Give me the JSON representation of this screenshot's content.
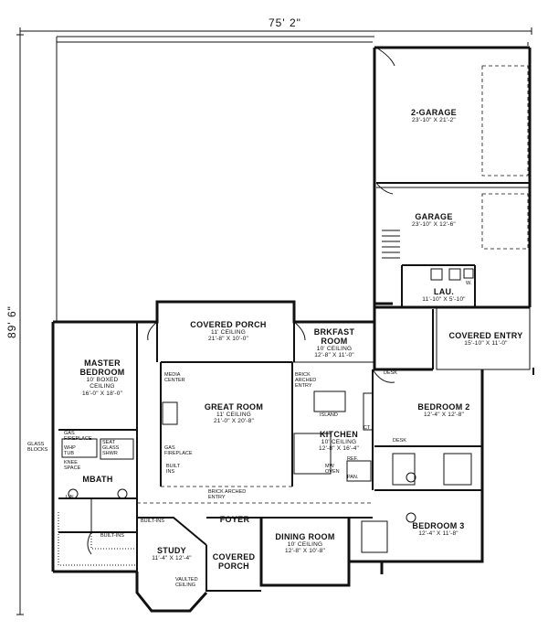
{
  "dimensions": {
    "overall_width": "75' 2\"",
    "overall_depth": "89' 6\""
  },
  "rooms": [
    {
      "key": "garage2",
      "name": "2-GARAGE",
      "lines": [
        "23'-10\" X 21'-2\""
      ]
    },
    {
      "key": "garage",
      "name": "GARAGE",
      "lines": [
        "23'-10\" X 12'-6\""
      ]
    },
    {
      "key": "lau",
      "name": "LAU.",
      "lines": [
        "11'-10\" X 5'-10\""
      ]
    },
    {
      "key": "covered_entry",
      "name": "COVERED ENTRY",
      "lines": [
        "15'-10\" X 11'-0\""
      ]
    },
    {
      "key": "covered_porch",
      "name": "COVERED PORCH",
      "lines": [
        "11' CEILING",
        "21'-8\" X 10'-0\""
      ]
    },
    {
      "key": "brkfast",
      "name": "BRKFAST ROOM",
      "lines": [
        "10' CEILING",
        "12'-8\" X 11'-0\""
      ]
    },
    {
      "key": "master",
      "name": "MASTER BEDROOM",
      "lines": [
        "10' BOXED CEILING",
        "16'-0\" X 18'-0\""
      ]
    },
    {
      "key": "great",
      "name": "GREAT ROOM",
      "lines": [
        "11' CEILING",
        "21'-0\" X 20'-8\""
      ]
    },
    {
      "key": "kitchen",
      "name": "KITCHEN",
      "lines": [
        "10' CEILING",
        "12'-8\" X 16'-4\""
      ]
    },
    {
      "key": "bed2",
      "name": "BEDROOM 2",
      "lines": [
        "12'-4\" X 12'-8\""
      ]
    },
    {
      "key": "mbath",
      "name": "MBATH",
      "lines": []
    },
    {
      "key": "foyer",
      "name": "FOYER",
      "lines": []
    },
    {
      "key": "dining",
      "name": "DINING ROOM",
      "lines": [
        "10' CEILING",
        "12'-8\" X 10'-8\""
      ]
    },
    {
      "key": "bed3",
      "name": "BEDROOM 3",
      "lines": [
        "12'-4\" X 11'-8\""
      ]
    },
    {
      "key": "study",
      "name": "STUDY",
      "lines": [
        "11'-4\" X 12'-4\""
      ]
    },
    {
      "key": "porch_front",
      "name": "COVERED PORCH",
      "lines": []
    }
  ],
  "notes": {
    "media_center": "MEDIA CENTER",
    "gas_fireplace_gr": "GAS FIREPLACE",
    "gas_fireplace_mb": "GAS FIREPLACE",
    "built_ins_gr": "BUILT INS",
    "brick_arched_entry_top": "BRICK ARCHED ENTRY",
    "brick_arched_entry_bottom": "BRICK ARCHED ENTRY",
    "island": "ISLAND",
    "ref": "REF.",
    "pan": "PAN.",
    "mw_oven": "MW OVEN",
    "ct": "CT",
    "desk1": "DESK",
    "desk2": "DESK",
    "glass_blocks": "GLASS BLOCKS",
    "whp_tub": "WHP TUB",
    "seat_glass_shwr": "SEAT GLASS SHWR",
    "knee_space": "KNEE SPACE",
    "lin": "LIN.",
    "built_ins_mb": "BUILT-INS",
    "built_ins_study": "BUILT-INS",
    "vaulted_ceiling": "VAULTED CEILING",
    "lau_w": "W."
  }
}
